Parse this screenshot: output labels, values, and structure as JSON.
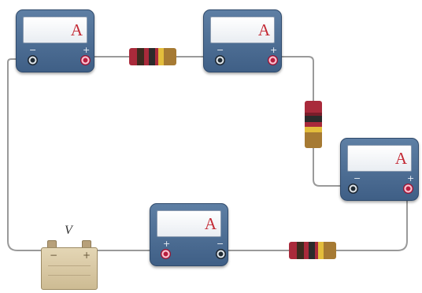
{
  "meters": [
    {
      "id": "top-left",
      "unit": "A",
      "neg_sign": "−",
      "pos_sign": "+"
    },
    {
      "id": "top-middle",
      "unit": "A",
      "neg_sign": "−",
      "pos_sign": "+"
    },
    {
      "id": "right",
      "unit": "A",
      "neg_sign": "−",
      "pos_sign": "+"
    },
    {
      "id": "bottom",
      "unit": "A",
      "neg_sign": "+",
      "pos_sign": "−"
    }
  ],
  "battery": {
    "label": "V",
    "neg_sign": "−",
    "pos_sign": "+"
  },
  "resistors": [
    {
      "id": "top",
      "orientation": "horizontal"
    },
    {
      "id": "right",
      "orientation": "vertical"
    },
    {
      "id": "bottom",
      "orientation": "horizontal"
    }
  ],
  "colors": {
    "meter_body": "#4a6b92",
    "unit_text": "#c42b36",
    "wire": "#9a9a9a",
    "battery": "#dccca8"
  }
}
